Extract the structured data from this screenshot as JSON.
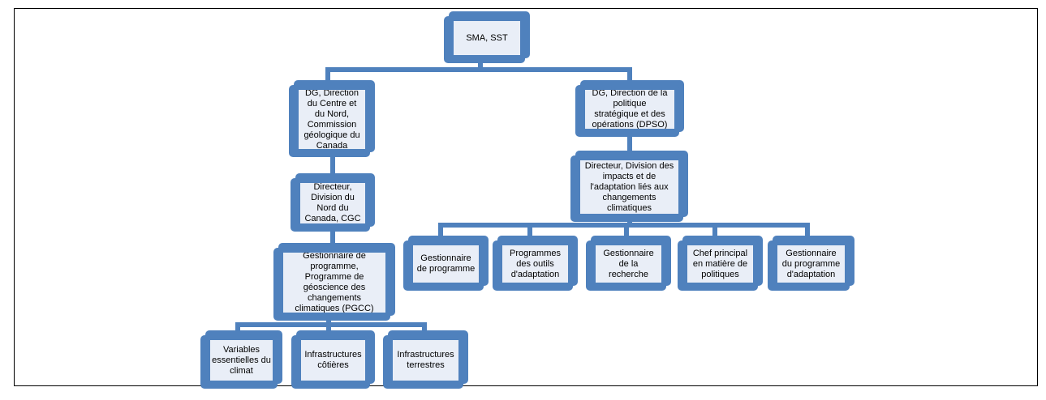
{
  "colors": {
    "box": "#4f81bd",
    "box_fill": "#e9eef7",
    "line": "#4f81bd"
  },
  "nodes": {
    "root": "SMA, SST",
    "dg_nord": "DG, Direction\ndu Centre et\ndu Nord,\nCommission\ngéologique du\nCanada",
    "dg_dpso": "DG, Direction de la\npolitique\nstratégique et des\nopérations (DPSO)",
    "dir_nord": "Directeur,\nDivision du\nNord du\nCanada, CGC",
    "dir_impacts": "Directeur, Division des\nimpacts et de\nl'adaptation liés aux\nchangements\nclimatiques",
    "gest_pgcc": "Gestionnaire de\nprogramme,\nProgramme de\ngéoscience des\nchangements\nclimatiques (PGCC)",
    "variables": "Variables\nessentielles du\nclimat",
    "infra_cotieres": "Infrastructures\ncôtières",
    "infra_terrestres": "Infrastructures\nterrestres",
    "gest_programme": "Gestionnaire\nde programme",
    "prog_outils": "Programmes\ndes outils\nd'adaptation",
    "gest_recherche": "Gestionnaire\nde la\nrecherche",
    "chef_politiques": "Chef principal\nen matière de\npolitiques",
    "gest_prog_adapt": "Gestionnaire\ndu programme\nd'adaptation"
  }
}
